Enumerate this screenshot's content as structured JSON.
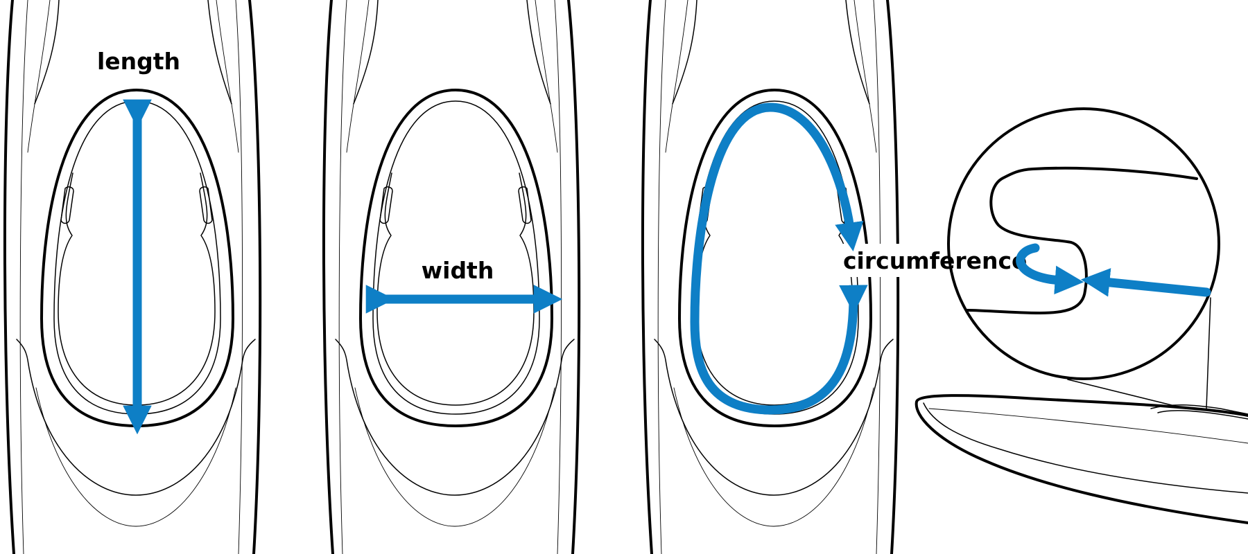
{
  "labels": {
    "length": "length",
    "width": "width",
    "circumference": "circumference"
  },
  "colors": {
    "accent": "#0e7fc6",
    "outline": "#000000",
    "background": "#ffffff"
  }
}
